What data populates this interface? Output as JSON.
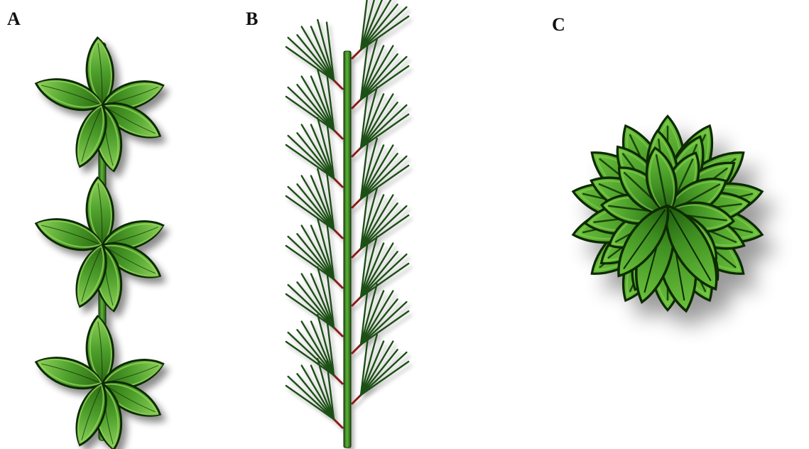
{
  "panels": [
    {
      "label": "A",
      "arrangement": "whorled"
    },
    {
      "label": "B",
      "arrangement": "fascicled"
    },
    {
      "label": "C",
      "arrangement": "rosette"
    }
  ],
  "colors": {
    "leaf_fill": "#4e9f2c",
    "leaf_highlight": "#8fd35a",
    "leaf_dark": "#2b6a12",
    "leaf_edge": "#0d2a06",
    "stem": "#3a8a1e",
    "needle": "#1f4f14",
    "fascicle_sheath": "#8b1a12",
    "shadow": "#000000"
  }
}
